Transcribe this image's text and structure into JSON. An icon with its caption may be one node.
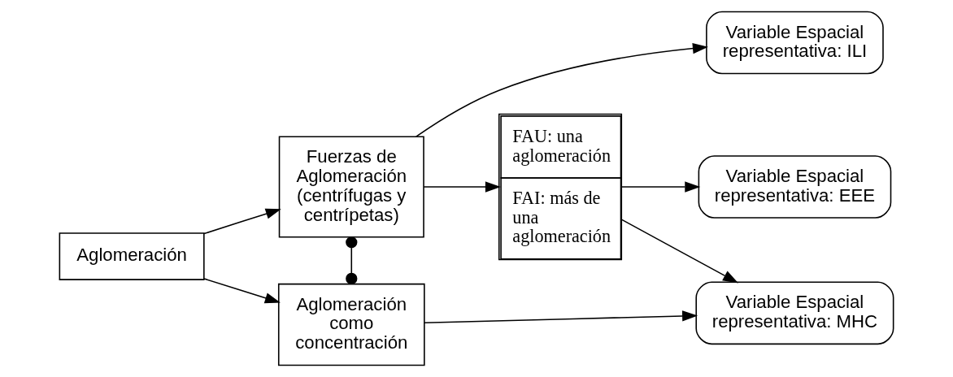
{
  "diagram": {
    "nodes": [
      {
        "text": [
          "Aglomeración"
        ]
      },
      {
        "text": [
          "Fuerzas de Aglomeración (centrífugas y centrípetas)"
        ]
      },
      {
        "text": [
          "Aglomeración como concentración"
        ]
      },
      {
        "text": [
          "FAU: una aglomeración",
          "FAI: más de una aglomeración"
        ]
      },
      {
        "text": [
          "Variable Espacial representativa: EEE"
        ]
      },
      {
        "text": [
          "Variable Espacial representativa: ILI"
        ]
      },
      {
        "text": [
          "Variable Espacial representativa: MHC"
        ]
      }
    ],
    "edges": [
      {
        "from": 0,
        "to": 1,
        "arrow": "to"
      },
      {
        "from": 0,
        "to": 2,
        "arrow": "to"
      },
      {
        "from": 1,
        "to": 2,
        "arrow": "other"
      },
      {
        "from": 1,
        "to": 3,
        "arrow": "to"
      },
      {
        "from": 3,
        "to": 4,
        "arrow": "to"
      },
      {
        "from": 1,
        "to": 5,
        "arrow": "to"
      },
      {
        "from": 3,
        "to": 6,
        "arrow": "to"
      },
      {
        "from": 2,
        "to": 6,
        "arrow": "to"
      }
    ]
  }
}
